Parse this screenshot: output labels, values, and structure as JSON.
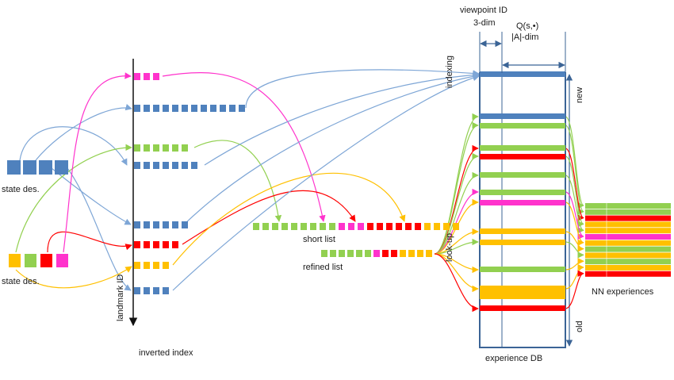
{
  "colors": {
    "blue": "#4f81bd",
    "magenta": "#ff33cc",
    "green": "#92d050",
    "red": "#ff0000",
    "yellow": "#ffc000",
    "arrow_blue": "#7ea6d6",
    "frame": "#3b6496"
  },
  "labels": {
    "state_des_top": "state des.",
    "state_des_bottom": "state des.",
    "landmark_id": "landmark ID",
    "inverted_index": "inverted index",
    "short_list": "short list",
    "refined_list": "refined list",
    "indexing": "indexing",
    "look_up": "look-up",
    "viewpoint_id": "viewpoint ID",
    "three_dim": "3-dim",
    "q_func": "Q(s,•)",
    "a_dim": "|A|-dim",
    "new": "new",
    "old": "old",
    "nn_experiences": "NN experiences",
    "experience_db": "experience DB"
  },
  "state_des_blue": [
    "blue",
    "blue",
    "blue",
    "blue"
  ],
  "state_des_color": [
    "yellow",
    "green",
    "red",
    "magenta"
  ],
  "inverted_index_rows": [
    {
      "color": "magenta",
      "count": 3
    },
    {
      "color": "blue",
      "count": 12
    },
    {
      "color": "green",
      "count": 6
    },
    {
      "color": "blue",
      "count": 7
    },
    {
      "color": "blue",
      "count": 6
    },
    {
      "color": "red",
      "count": 5
    },
    {
      "color": "yellow",
      "count": 4
    },
    {
      "color": "blue",
      "count": 4
    }
  ],
  "short_list": [
    "green",
    "green",
    "green",
    "green",
    "green",
    "green",
    "green",
    "green",
    "green",
    "magenta",
    "magenta",
    "magenta",
    "red",
    "red",
    "red",
    "red",
    "red",
    "red",
    "yellow",
    "yellow",
    "yellow",
    "yellow"
  ],
  "refined_list": [
    "green",
    "green",
    "green",
    "green",
    "green",
    "green",
    "magenta",
    "red",
    "red",
    "yellow",
    "yellow",
    "yellow",
    "yellow"
  ],
  "experience_db_rows": [
    "blue",
    "green",
    "green",
    "red",
    "green",
    "green",
    "magenta",
    "yellow",
    "yellow",
    "green",
    "yellow",
    "yellow",
    "yellow",
    "red"
  ],
  "nn_experience_rows": [
    "green",
    "green",
    "red",
    "yellow",
    "yellow",
    "magenta",
    "yellow",
    "green",
    "yellow",
    "green",
    "yellow",
    "red"
  ]
}
